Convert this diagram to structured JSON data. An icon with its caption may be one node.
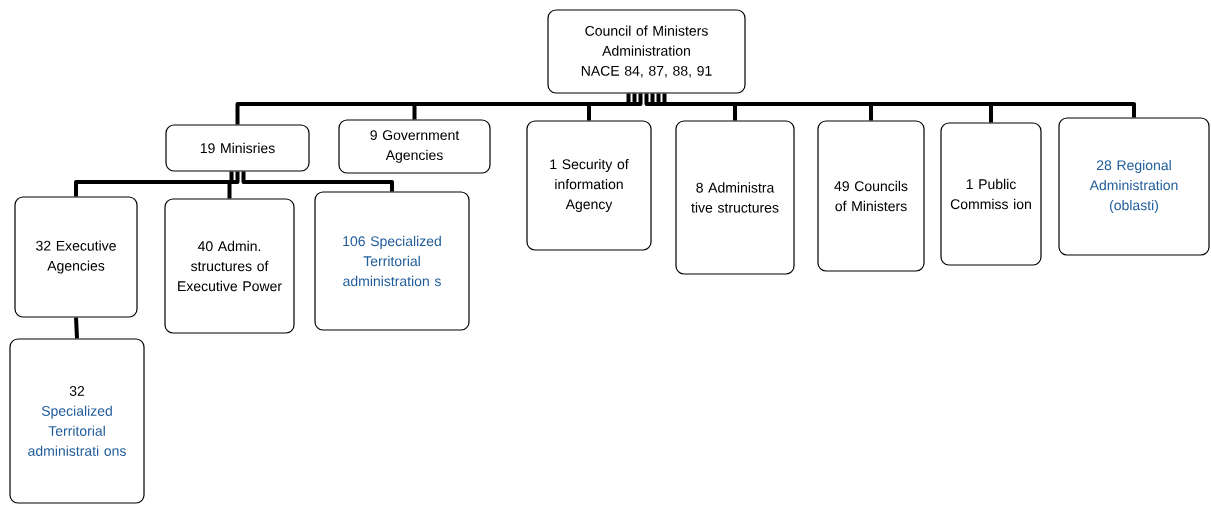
{
  "diagram": {
    "nodes": [
      {
        "text": [
          "Council of Ministers Administration NACE 84, 87, 88, 91"
        ]
      },
      {
        "text": [
          "19  Minisries"
        ]
      },
      {
        "text": [
          "9 Government Agencies"
        ]
      },
      {
        "text": [
          "1 Security of information Agency"
        ]
      },
      {
        "text": [
          "8 Administra tive structures"
        ]
      },
      {
        "text": [
          "49 Councils of Ministers"
        ]
      },
      {
        "text": [
          "1 Public Commiss ion"
        ]
      },
      {
        "text": [
          "28 Regional Administration (oblasti)"
        ]
      },
      {
        "text": [
          "32 Executive Agencies"
        ]
      },
      {
        "text": [
          "40 Admin. structures of Executive Power"
        ]
      },
      {
        "text": [
          "106 Specialized Territorial administration s"
        ]
      },
      {
        "text": [
          "32",
          "Specialized Territorial administrati ons"
        ]
      }
    ],
    "edges": [
      {
        "from": 0,
        "to": 1,
        "arrow": "none"
      },
      {
        "from": 0,
        "to": 2,
        "arrow": "none"
      },
      {
        "from": 0,
        "to": 3,
        "arrow": "none"
      },
      {
        "from": 0,
        "to": 4,
        "arrow": "none"
      },
      {
        "from": 0,
        "to": 5,
        "arrow": "none"
      },
      {
        "from": 0,
        "to": 6,
        "arrow": "none"
      },
      {
        "from": 0,
        "to": 7,
        "arrow": "none"
      },
      {
        "from": 1,
        "to": 8,
        "arrow": "none"
      },
      {
        "from": 1,
        "to": 9,
        "arrow": "none"
      },
      {
        "from": 1,
        "to": 10,
        "arrow": "none"
      },
      {
        "from": 8,
        "to": 11,
        "arrow": "none"
      }
    ]
  }
}
